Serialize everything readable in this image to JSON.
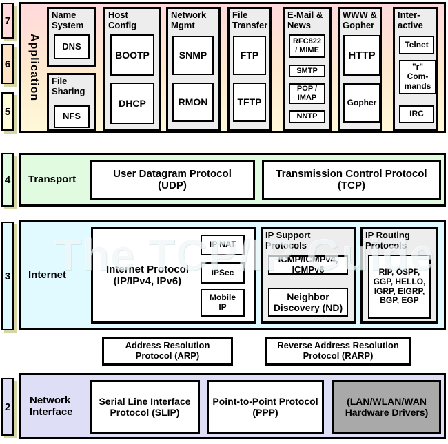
{
  "watermark": "The TCP/IP Guide",
  "colors": {
    "layer7_pink": "#FFD9DC",
    "layer6_peach": "#FFE3C2",
    "layer5_yellow": "#FFFCDB",
    "transport_green": "#E1FBE1",
    "internet_cyan": "#E0FAFF",
    "network_lavender": "#DEDEF7",
    "group_gray": "#EDEDED",
    "hardware_gray": "#A9A9A9",
    "shadow_khaki": "#D6D6A4"
  },
  "layer_numbers": [
    "7",
    "6",
    "5",
    "4",
    "3",
    "2"
  ],
  "application": {
    "label": "Application",
    "groups": [
      {
        "title": "Name\nSystem",
        "items": [
          "DNS"
        ]
      },
      {
        "title": "File\nSharing",
        "items": [
          "NFS"
        ]
      },
      {
        "title": "Host\nConfig",
        "items": [
          "BOOTP",
          "DHCP"
        ]
      },
      {
        "title": "Network\nMgmt",
        "items": [
          "SNMP",
          "RMON"
        ]
      },
      {
        "title": "File\nTransfer",
        "items": [
          "FTP",
          "TFTP"
        ]
      },
      {
        "title": "E-Mail &\nNews",
        "items": [
          "RFC822\n/ MIME",
          "SMTP",
          "POP /\nIMAP",
          "NNTP"
        ]
      },
      {
        "title": "WWW &\nGopher",
        "items": [
          "HTTP",
          "Gopher"
        ]
      },
      {
        "title": "Inter-\nactive",
        "items": [
          "Telnet",
          "\"r\"\nCom-\nmands",
          "IRC"
        ]
      }
    ]
  },
  "transport": {
    "label": "Transport",
    "udp": "User Datagram Protocol\n(UDP)",
    "tcp": "Transmission Control Protocol\n(TCP)"
  },
  "internet": {
    "label": "Internet",
    "ip": "Internet Protocol\n(IP/IPv4, IPv6)",
    "ip_subs": [
      "IP NAT",
      "IPSec",
      "Mobile\nIP"
    ],
    "support": {
      "title": "IP Support\nProtocols",
      "items": [
        "ICMP/ICMPv4,\nICMPv6",
        "Neighbor\nDiscovery (ND)"
      ]
    },
    "routing": {
      "title": "IP Routing\nProtocols",
      "items": [
        "RIP, OSPF,\nGGP, HELLO,\nIGRP, EIGRP,\nBGP, EGP"
      ]
    }
  },
  "arp": "Address Resolution\nProtocol (ARP)",
  "rarp": "Reverse Address Resolution\nProtocol (RARP)",
  "network": {
    "label": "Network\nInterface",
    "slip": "Serial Line Interface\nProtocol (SLIP)",
    "ppp": "Point-to-Point Protocol\n(PPP)",
    "hw": "(LAN/WLAN/WAN\nHardware Drivers)"
  }
}
